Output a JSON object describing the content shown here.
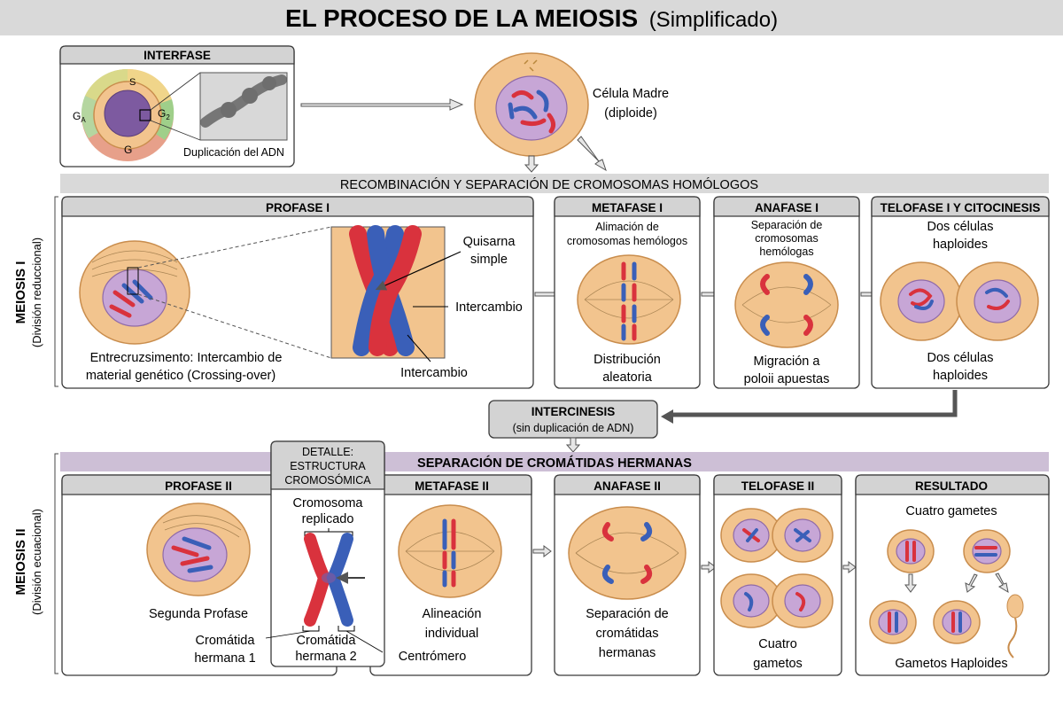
{
  "title": {
    "main": "EL PROCESO DE LA MEIOSIS",
    "sub": "(Simplificado)"
  },
  "interfase": {
    "header": "INTERFASE",
    "ga": "G",
    "ga_sub": "A",
    "g2": "G",
    "g2_sub": "2",
    "g": "G",
    "s": "S",
    "caption": "Duplicación del ADN"
  },
  "madre": {
    "line1": "Célula Madre",
    "line2": "(diploide)"
  },
  "band1": "RECOMBINACIÓN Y SEPARACIÓN DE CROMOSOMAS HOMÓLOGOS",
  "meiosis1": {
    "label": "MEIOSIS I",
    "sub": "(División reduccional)"
  },
  "profase1": {
    "header": "PROFASE I",
    "quiasma1": "Quisarna",
    "quiasma2": "simple",
    "inter_right": "Intercambio",
    "inter_bottom": "Intercambio",
    "desc1": "Entrecruzsimento: Intercambio de",
    "desc2": "material genético (Crossing-over)"
  },
  "metafase1": {
    "header": "METAFASE I",
    "top1": "Alimación de",
    "top2": "cromosomas hemólogos",
    "bot1": "Distribución",
    "bot2": "aleatoria"
  },
  "anafase1": {
    "header": "ANAFASE I",
    "top1": "Separación de",
    "top2": "cromosomas",
    "top3": "hemólogas",
    "bot1": "Migración a",
    "bot2": "poloii apuestas"
  },
  "telofase1": {
    "header": "TELOFASE I Y CITOCINESIS",
    "top1": "Dos células",
    "top2": "haploides",
    "bot1": "Dos células",
    "bot2": "haploides"
  },
  "intercinesis": {
    "title": "INTERCINESIS",
    "sub": "(sin duplicación de ADN)"
  },
  "band2": "SEPARACIÓN DE CROMÁTIDAS HERMANAS",
  "meiosis2": {
    "label": "MEIOSIS II",
    "sub": "(División ecuacional)"
  },
  "detalle": {
    "h1": "DETALLE:",
    "h2": "ESTRUCTURA",
    "h3": "CROMOSÓMICA",
    "rep1": "Cromosoma",
    "rep2": "replicado",
    "crom2a": "Cromátida",
    "crom2b": "hermana 2"
  },
  "profase2": {
    "header": "PROFASE II",
    "desc": "Segunda Profase",
    "crom1a": "Cromátida",
    "crom1b": "hermana 1"
  },
  "metafase2": {
    "header": "METAFASE II",
    "bot1": "Alineación",
    "bot2": "individual",
    "centromero": "Centrómero"
  },
  "anafase2": {
    "header": "ANAFASE II",
    "bot1": "Separación de",
    "bot2": "cromátidas",
    "bot3": "hermanas"
  },
  "telofase2": {
    "header": "TELOFASE II",
    "bot1": "Cuatro",
    "bot2": "gametos"
  },
  "resultado": {
    "header": "RESULTADO",
    "top": "Cuatro gametes",
    "bot": "Gametos Haploides"
  },
  "colors": {
    "red": "#d9323d",
    "blue": "#3a5fb8",
    "cell": "#f2c48e",
    "nucleus": "#c7a6d6",
    "band_purple": "#cdbfd6"
  }
}
